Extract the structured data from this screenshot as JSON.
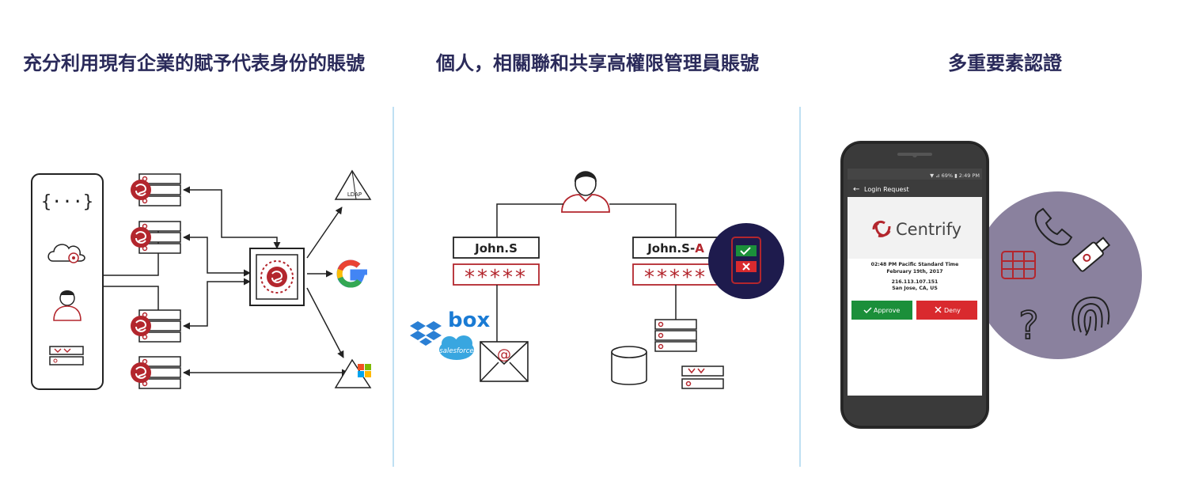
{
  "sections": [
    {
      "title": "充分利用現有企業的賦予代表身份的賬號"
    },
    {
      "title": "個人，相關聯和共享高權限管理員賬號"
    },
    {
      "title": "多重要素認證"
    }
  ],
  "section1": {
    "ldap_label": "LDAP",
    "app_icon_text": "{···}"
  },
  "section2": {
    "account_standard": "John.S",
    "account_admin_prefix": "John.S-",
    "account_admin_suffix": "A",
    "password_mask": "*****",
    "box_label": "box",
    "salesforce_label": "salesforce",
    "email_symbol": "@"
  },
  "phone": {
    "status_bar": "▼ ⊿ 69% ▮ 2:49 PM",
    "header_back": "←",
    "header_title": "Login Request",
    "brand": "Centrify",
    "time_line": "02:48 PM Pacific Standard Time",
    "date_line": "February 19th, 2017",
    "ip_line": "216.113.107.151",
    "location_line": "San Jose, CA, US",
    "approve_label": "Approve",
    "deny_label": "Deny"
  },
  "colors": {
    "brand_red": "#b3262d",
    "navy": "#1e1b4d",
    "purple_circle": "#8a819e",
    "approve_green": "#1b8f3a",
    "deny_red": "#d92a2e",
    "divider_blue": "#bfe0f3"
  }
}
